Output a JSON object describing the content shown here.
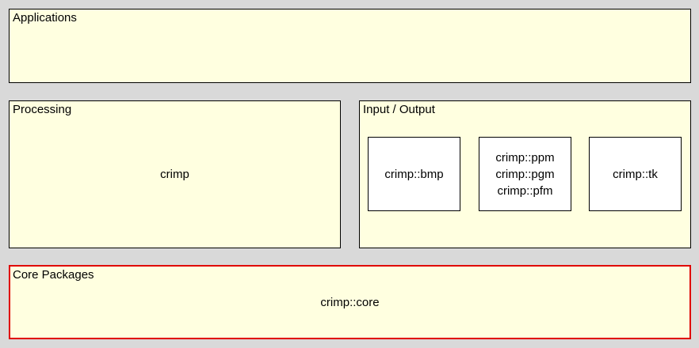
{
  "layers": {
    "applications": {
      "title": "Applications"
    },
    "processing": {
      "title": "Processing",
      "package": "crimp"
    },
    "io": {
      "title": "Input / Output",
      "packages": [
        {
          "lines": [
            "crimp::bmp"
          ]
        },
        {
          "lines": [
            "crimp::ppm",
            "crimp::pgm",
            "crimp::pfm"
          ]
        },
        {
          "lines": [
            "crimp::tk"
          ]
        }
      ]
    },
    "core": {
      "title": "Core Packages",
      "package": "crimp::core"
    }
  },
  "colors": {
    "background": "#d9d9d9",
    "layer_fill": "#ffffe0",
    "core_border": "#e00000"
  }
}
